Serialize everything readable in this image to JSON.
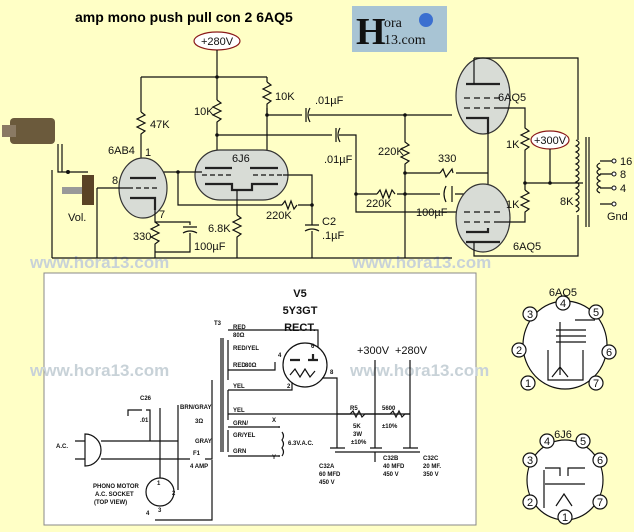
{
  "title": "amp mono push pull con 2 6AQ5",
  "logo": {
    "text_top": "ora",
    "text_bottom": "13.com",
    "letter": "H"
  },
  "watermark": "www.hora13.com",
  "amp": {
    "supply_280": "+280V",
    "supply_300": "+300V",
    "r_47k": "47K",
    "r_10k_a": "10K",
    "r_10k_b": "10K",
    "c_01_a": ".01µF",
    "c_01_b": ".01µF",
    "tube_6ab4": "6AB4",
    "pin_1": "1",
    "pin_8": "8",
    "pin_7": "7",
    "tube_6j6": "6J6",
    "vol": "Vol.",
    "r_330_a": "330",
    "c_100_a": "100µF",
    "r_6_8k": "6.8K",
    "r_220k_fb": "220K",
    "c2_label": "C2",
    "c2_value": ".1µF",
    "r_220k_v": "220K",
    "r_220k_h": "220K",
    "r_330_b": "330",
    "c_100_b": "100µF",
    "tube_6aq5_top": "6AQ5",
    "tube_6aq5_bottom": "6AQ5",
    "r_1k_top": "1K",
    "r_1k_bottom": "1K",
    "transformer": "8K",
    "taps": [
      "16",
      "8",
      "4",
      "Gnd"
    ]
  },
  "psu": {
    "v5": "V5",
    "tube": "5Y3GT",
    "rect": "RECT.",
    "t3": "T3",
    "wires": [
      "RED",
      "80Ω",
      "RED/YEL",
      "RED",
      "80Ω",
      "YEL",
      "YEL",
      "BRN/GRAY",
      "3Ω",
      "GRAY",
      "GRN/",
      "GR/YEL",
      "GRN"
    ],
    "pins": [
      "6",
      "4",
      "2",
      "8"
    ],
    "plus300": "+300V",
    "plus280": "+280V",
    "r5": [
      "R5",
      "5K",
      "3W",
      "±10%"
    ],
    "r5600": [
      "5600",
      "±10%"
    ],
    "c32a": [
      "C32A",
      "60 MFD",
      "450 V"
    ],
    "c32b": [
      "C32B",
      "40 MFD",
      "450 V"
    ],
    "c32c": [
      "C32C",
      "20 MF.",
      "350 V"
    ],
    "c26": [
      "C26",
      ".01"
    ],
    "ac": "A.C.",
    "fuse": [
      "F1",
      "4 AMP"
    ],
    "vac": "6.3V.A.C.",
    "xlabels": [
      "X",
      "Y"
    ],
    "socket": [
      "PHONO MOTOR",
      "A.C. SOCKET",
      "(TOP VIEW)"
    ],
    "socket_pins": [
      "1",
      "2",
      "3",
      "4"
    ]
  },
  "pinouts": {
    "p6aq5": {
      "name": "6AQ5",
      "pins": [
        "1",
        "2",
        "3",
        "4",
        "5",
        "6",
        "7"
      ]
    },
    "p6j6": {
      "name": "6J6",
      "pins": [
        "1",
        "2",
        "3",
        "4",
        "5",
        "6",
        "7"
      ]
    }
  },
  "colors": {
    "background": "#ffffc6",
    "tube_fill": "#d8dcd6",
    "voltage_badge": "#8b1a1a"
  }
}
